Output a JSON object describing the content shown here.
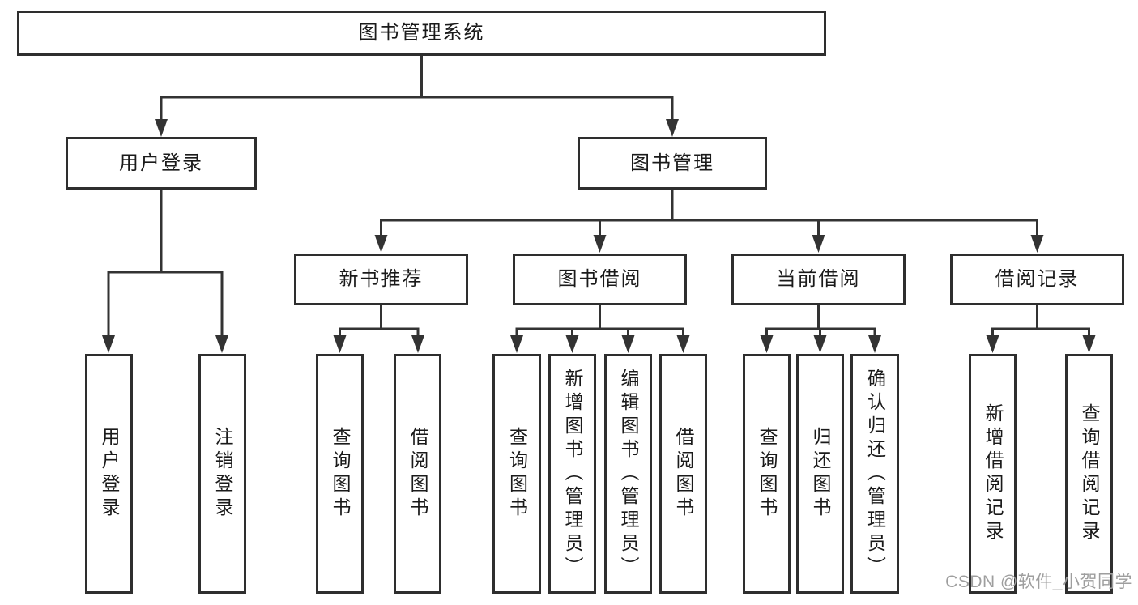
{
  "title": "图书管理系统",
  "tree": {
    "root": {
      "label": "图书管理系统",
      "children": [
        {
          "label": "用户登录",
          "children": [
            {
              "label": "用户登录"
            },
            {
              "label": "注销登录"
            }
          ]
        },
        {
          "label": "图书管理",
          "children": [
            {
              "label": "新书推荐",
              "children": [
                {
                  "label": "查询图书"
                },
                {
                  "label": "借阅图书"
                }
              ]
            },
            {
              "label": "图书借阅",
              "children": [
                {
                  "label": "查询图书"
                },
                {
                  "label": "新增图书（管理员）"
                },
                {
                  "label": "编辑图书（管理员）"
                },
                {
                  "label": "借阅图书"
                }
              ]
            },
            {
              "label": "当前借阅",
              "children": [
                {
                  "label": "查询图书"
                },
                {
                  "label": "归还图书"
                },
                {
                  "label": "确认归还（管理员）"
                }
              ]
            },
            {
              "label": "借阅记录",
              "children": [
                {
                  "label": "新增借阅记录"
                },
                {
                  "label": "查询借阅记录"
                }
              ]
            }
          ]
        }
      ]
    }
  },
  "watermark": {
    "text": "CSDN @软件_小贺同学"
  },
  "colors": {
    "background": "#ffffff",
    "box_border": "#2e2e2e",
    "connector_line": "#333333",
    "text": "#1a1a1a",
    "watermark_text": "#9e9e9e"
  }
}
